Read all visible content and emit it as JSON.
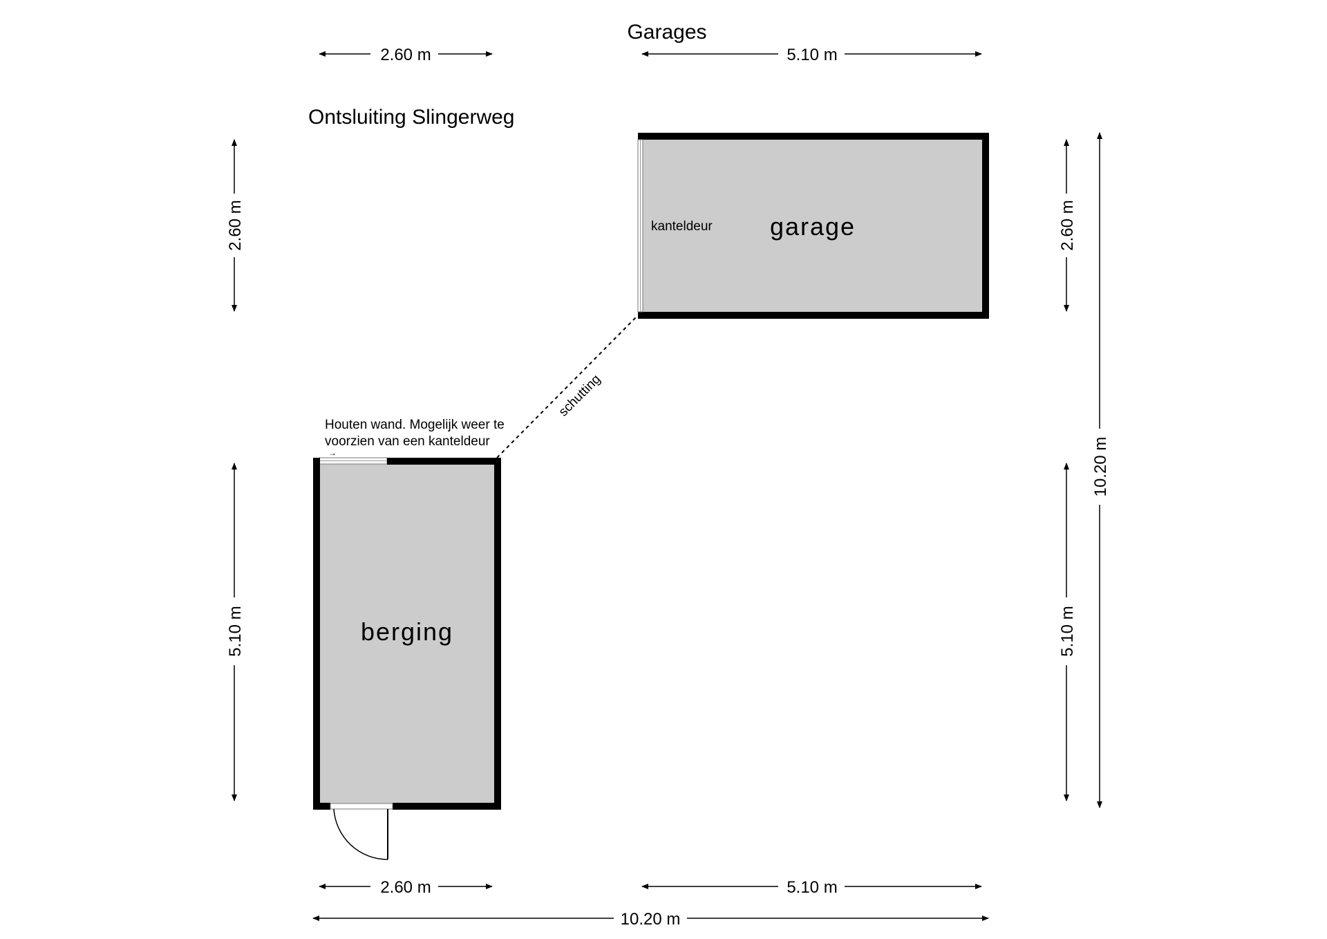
{
  "plan": {
    "title": "Garages",
    "access_label": "Ontsluiting Slingerweg",
    "colors": {
      "wall": "#000000",
      "floor": "#cbcccb",
      "line": "#000000",
      "background": "#ffffff"
    },
    "rooms": {
      "garage": {
        "label": "garage",
        "door_label": "kanteldeur"
      },
      "berging": {
        "label": "berging"
      }
    },
    "fence_label": "schutting",
    "note": {
      "line1": "Houten wand. Mogelijk weer te",
      "line2": "voorzien van een kanteldeur"
    },
    "dimensions": {
      "top_left": "2.60 m",
      "top_right": "5.10 m",
      "left_upper": "2.60 m",
      "left_lower": "5.10 m",
      "right_upper": "2.60 m",
      "right_lower": "5.10 m",
      "right_total": "10.20 m",
      "bottom_left": "2.60 m",
      "bottom_right": "5.10 m",
      "bottom_total": "10.20 m"
    }
  }
}
